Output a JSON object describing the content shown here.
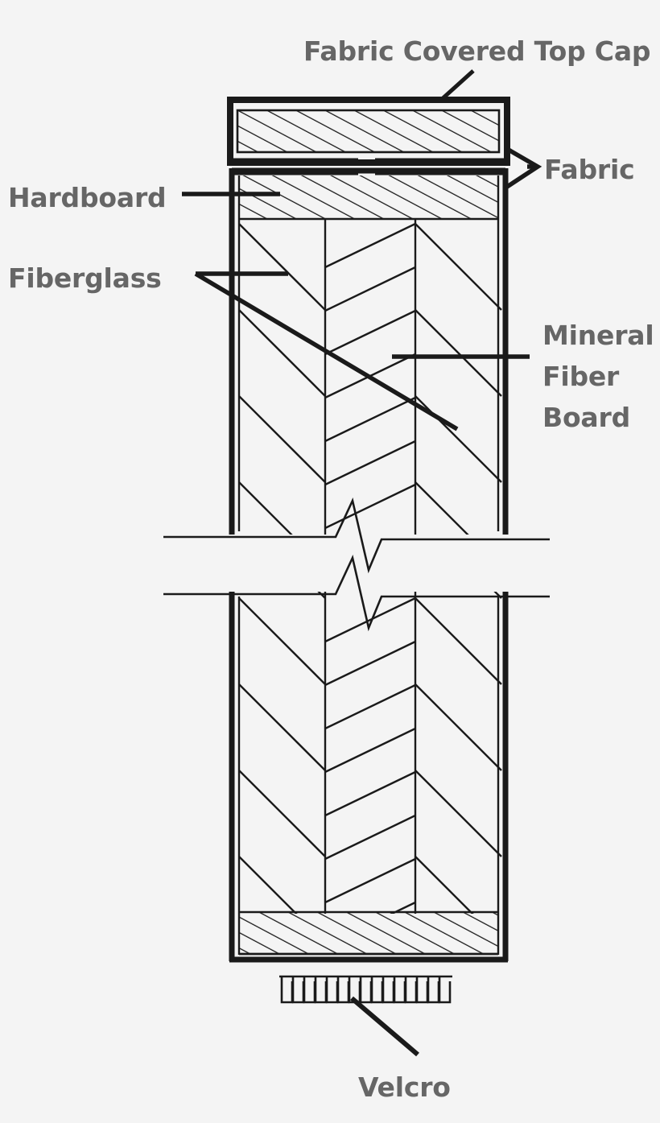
{
  "diagram": {
    "title": "Acoustic Panel Cross-Section Construction Detail",
    "background_color": "#f4f4f4",
    "line_color": "#1a1a1a",
    "label_color": "#666666",
    "labels": {
      "top_cap": "Fabric Covered Top Cap",
      "fabric": "Fabric",
      "hardboard": "Hardboard",
      "fiberglass": "Fiberglass",
      "mineral_fiber_board_line1": "Mineral",
      "mineral_fiber_board_line2": "Fiber",
      "mineral_fiber_board_line3": "Board",
      "velcro": "Velcro"
    },
    "components": [
      {
        "name": "Fabric Covered Top Cap",
        "region": "top",
        "hatch": "diagonal"
      },
      {
        "name": "Fabric",
        "region": "top-right-bracket",
        "hatch": "none"
      },
      {
        "name": "Hardboard",
        "region": "upper-band",
        "hatch": "diagonal"
      },
      {
        "name": "Fiberglass",
        "region": "left-and-right-columns",
        "hatch": "chevron"
      },
      {
        "name": "Mineral Fiber Board",
        "region": "center-column",
        "hatch": "chevron"
      },
      {
        "name": "Hardboard",
        "region": "lower-band",
        "hatch": "diagonal"
      },
      {
        "name": "Velcro",
        "region": "bottom-hooks",
        "hatch": "hooks"
      }
    ],
    "break_lines": 2,
    "velcro_hook_count": 15
  }
}
